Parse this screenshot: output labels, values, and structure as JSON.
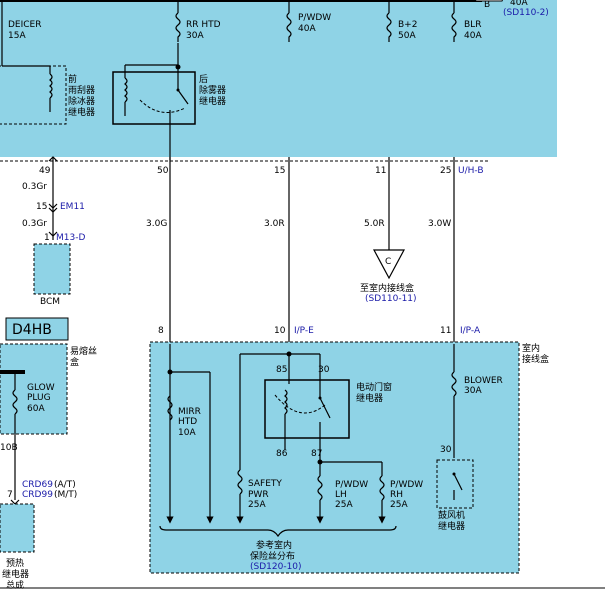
{
  "top_box": {
    "fuses": [
      {
        "name": "DEICER",
        "rating": "15A"
      },
      {
        "name": "RR HTD",
        "rating": "30A"
      },
      {
        "name": "P/WDW",
        "rating": "40A"
      },
      {
        "name": "B+2",
        "rating": "50A"
      },
      {
        "name": "BLR",
        "rating": "40A"
      }
    ],
    "corner_rating": "40A",
    "corner_ref": "(SD110-2)",
    "corner_tag": "B",
    "relay_front": [
      "前",
      "雨刮器",
      "除冰器",
      "继电器"
    ],
    "relay_rear": [
      "后",
      "除雾器",
      "继电器"
    ],
    "pins": [
      "49",
      "50",
      "15",
      "11",
      "25"
    ],
    "connector": "U/H-B"
  },
  "wires": {
    "w1_top": "0.3Gr",
    "w1_bot": "0.3Gr",
    "w2": "3.0G",
    "w3": "3.0R",
    "w4": "5.0R",
    "w5": "3.0W"
  },
  "em11": {
    "pin": "15",
    "name": "EM11"
  },
  "m13d": {
    "pin": "1",
    "name": "M13-D"
  },
  "bcm": "BCM",
  "dest_c": {
    "letter": "C",
    "text": "至室内接线盒",
    "ref": "(SD110-11)"
  },
  "engine": "D4HB",
  "fuse_box_label": [
    "易熔丝",
    "盒"
  ],
  "glow_plug": {
    "name": [
      "GLOW",
      "PLUG"
    ],
    "rating": "60A"
  },
  "glow_wire": "10B",
  "crd": {
    "pin": "7",
    "a": "CRD69",
    "a_suffix": "(A/T)",
    "b": "CRD99",
    "b_suffix": "(M/T)"
  },
  "preheat": [
    "预热",
    "继电器",
    "总成"
  ],
  "bottom_box": {
    "pins": [
      "8",
      "10",
      "11"
    ],
    "conn_ipe": "I/P-E",
    "conn_ipa": "I/P-A",
    "label": [
      "室内",
      "接线盒"
    ],
    "mirr": {
      "name": [
        "MIRR",
        "HTD"
      ],
      "rating": "10A"
    },
    "relay_pins": [
      "85",
      "30",
      "86",
      "87"
    ],
    "relay_name": [
      "电动门窗",
      "继电器"
    ],
    "safety": {
      "name": [
        "SAFETY",
        "PWR"
      ],
      "rating": "25A"
    },
    "pwdw_lh": {
      "name": [
        "P/WDW",
        "LH"
      ],
      "rating": "25A"
    },
    "pwdw_rh": {
      "name": [
        "P/WDW",
        "RH"
      ],
      "rating": "25A"
    },
    "blower": {
      "name": "BLOWER",
      "rating": "30A"
    },
    "blower_pin": "30",
    "blower_relay": [
      "鼓风机",
      "继电器"
    ],
    "ref_text": [
      "参考室内",
      "保险丝分布"
    ],
    "ref_code": "(SD120-10)"
  }
}
